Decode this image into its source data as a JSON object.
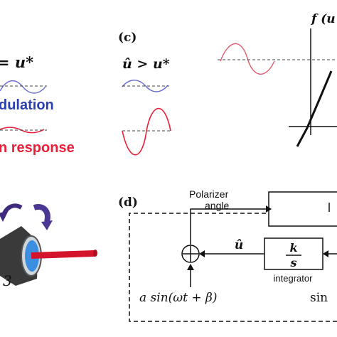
{
  "panel_b": {
    "header_partial": "= u*",
    "modulation_label": "dulation",
    "response_label": "n response",
    "partial_tag": "3",
    "colors": {
      "modulation": "#2b3fb0",
      "response": "#e8203a"
    }
  },
  "panel_c": {
    "label": "(c)",
    "condition": "û > u*"
  },
  "panel_top_right": {
    "axis_label_partial": "f (u"
  },
  "panel_d": {
    "label": "(d)",
    "polarizer_line1": "Polarizer",
    "polarizer_line2": "angle",
    "u_hat": "û",
    "gain_num": "k",
    "gain_den": "s",
    "integrator_label": "integrator",
    "input_signal": "a sin(ωt + β)",
    "right_partial": "sin"
  }
}
